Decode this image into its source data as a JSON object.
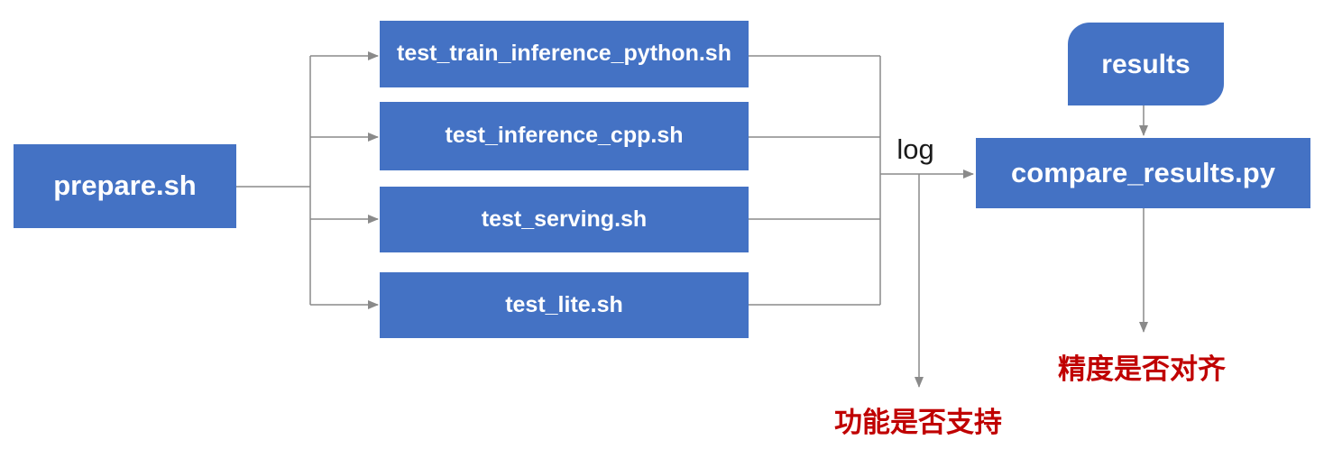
{
  "diagram": {
    "nodes": {
      "prepare": "prepare.sh",
      "tests": [
        "test_train_inference_python.sh",
        "test_inference_cpp.sh",
        "test_serving.sh",
        "test_lite.sh"
      ],
      "results": "results",
      "compare": "compare_results.py"
    },
    "edge_labels": {
      "log": "log"
    },
    "annotations": {
      "function_support": "功能是否支持",
      "precision_alignment": "精度是否对齐"
    },
    "colors": {
      "node_fill": "#4472C4",
      "node_text": "#FFFFFF",
      "connector": "#8A8A8A",
      "annotation": "#C00000",
      "log_text": "#1A1A1A",
      "background": "#FFFFFF"
    }
  }
}
